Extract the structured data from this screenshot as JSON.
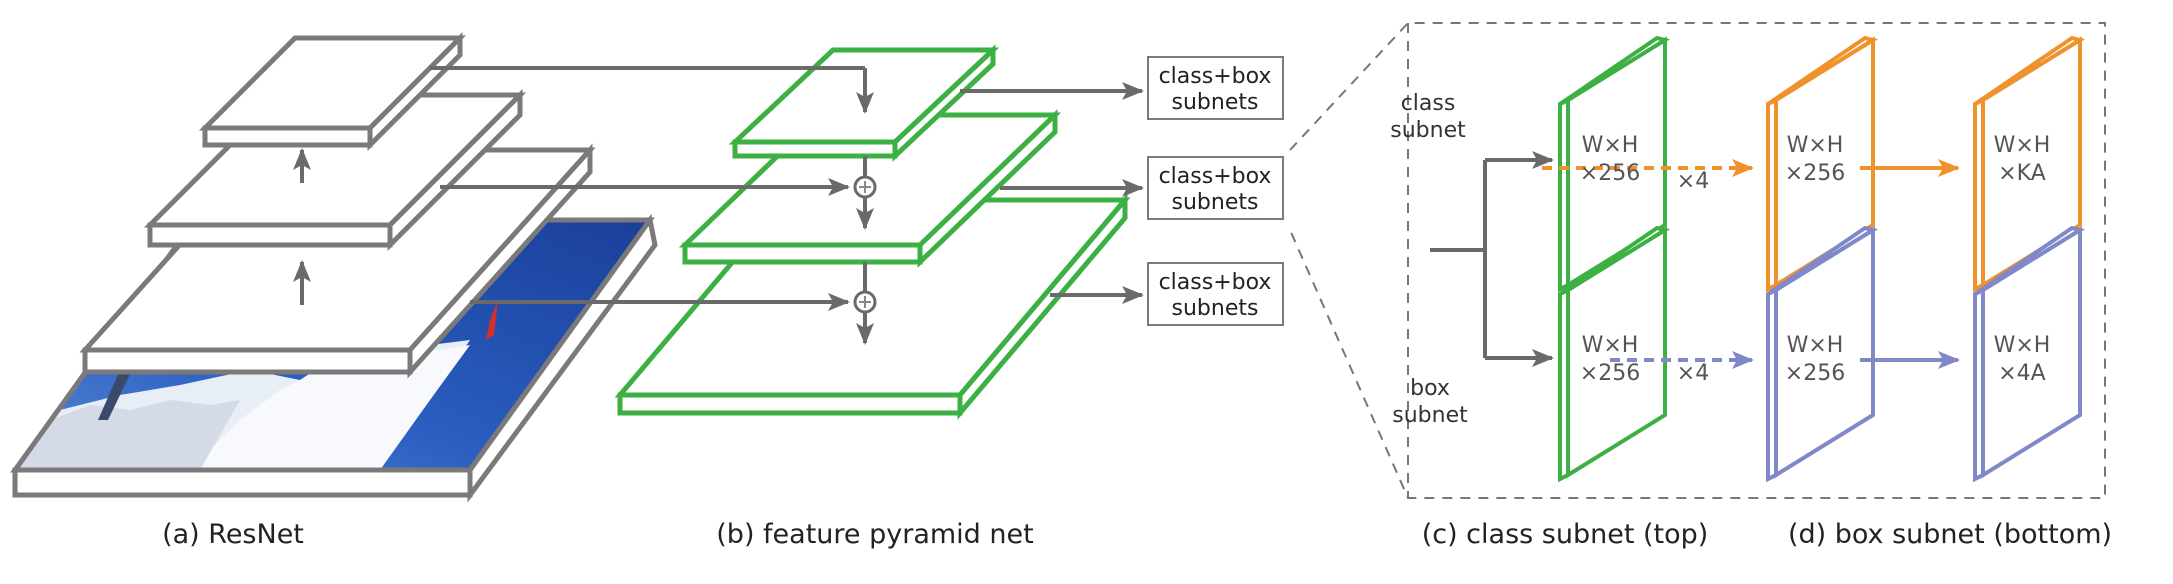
{
  "title": "RetinaNet architecture",
  "colors": {
    "backbone": "#7a7a7a",
    "fpn": "#3cb043",
    "class_subnet": "#f0922b",
    "box_subnet": "#8088c8",
    "arrow": "#6a6a6a",
    "dashed_frame": "#777777"
  },
  "panels": {
    "a": {
      "caption": "(a) ResNet",
      "image": "snowy ski slope photo (input image)"
    },
    "b": {
      "caption": "(b) feature pyramid net",
      "outputs": [
        {
          "line1": "class+box",
          "line2": "subnets"
        },
        {
          "line1": "class+box",
          "line2": "subnets"
        },
        {
          "line1": "class+box",
          "line2": "subnets"
        }
      ],
      "merge_symbol": "⊕"
    },
    "c": {
      "caption": "(c) class subnet (top)"
    },
    "d": {
      "caption": "(d) box subnet (bottom)"
    }
  },
  "subnets": {
    "class_label": {
      "line1": "class",
      "line2": "subnet"
    },
    "box_label": {
      "line1": "box",
      "line2": "subnet"
    },
    "class_row": [
      {
        "line1": "W×H",
        "line2": "×256"
      },
      {
        "line1": "W×H",
        "line2": "×256"
      },
      {
        "line1": "W×H",
        "line2": "×KA"
      }
    ],
    "box_row": [
      {
        "line1": "W×H",
        "line2": "×256"
      },
      {
        "line1": "W×H",
        "line2": "×256"
      },
      {
        "line1": "W×H",
        "line2": "×4A"
      }
    ],
    "repeat_label": "×4"
  }
}
